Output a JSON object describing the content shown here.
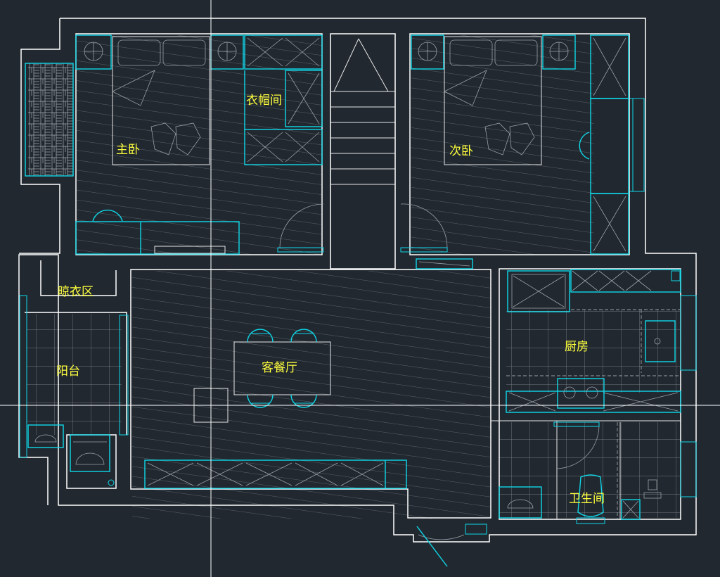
{
  "rooms": {
    "master_bedroom": "主卧",
    "walk_in_closet": "衣帽间",
    "second_bedroom": "次卧",
    "drying_area": "晾衣区",
    "balcony": "阳台",
    "living_dining": "客餐厅",
    "kitchen": "厨房",
    "bathroom": "卫生间"
  },
  "colors": {
    "background": "#212830",
    "wall": "#ffffff",
    "furniture": "#10d8e8",
    "label": "#ffff3c"
  },
  "icons": [
    "bed-icon",
    "nightstand-icon",
    "dining-table-icon",
    "stove-icon",
    "sink-icon",
    "toilet-icon",
    "washing-machine-icon",
    "door-swing-icon"
  ]
}
